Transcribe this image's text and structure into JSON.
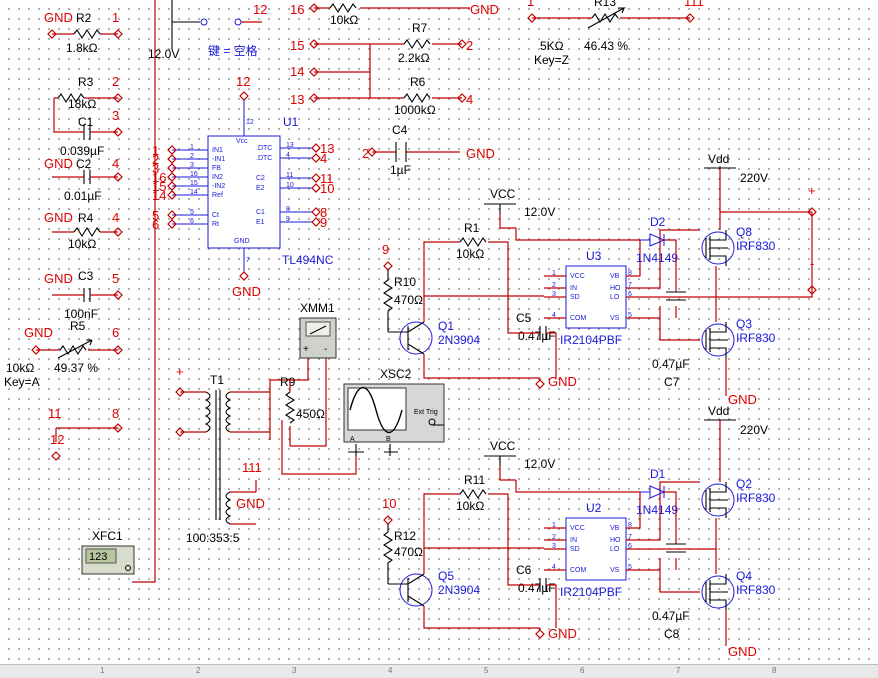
{
  "labels": {
    "gnd": "GND",
    "vcc": "VCC",
    "vdd": "Vdd",
    "v12": "12.0V",
    "v220": "220V",
    "key_space": "键 = 空格",
    "r2": "R2",
    "r2v": "1.8kΩ",
    "r3": "R3",
    "r3v": "18kΩ",
    "c1": "C1",
    "c1v": "0.039µF",
    "c2": "C2",
    "c2v": "0.01µF",
    "r4": "R4",
    "r4v": "10kΩ",
    "c3": "C3",
    "c3v": "100nF",
    "r5": "R5",
    "r5v": "10kΩ",
    "r5p": "49.37 %",
    "r5k": "Key=A",
    "r7": "R7",
    "r7v": "2.2kΩ",
    "r6": "R6",
    "r6v": "1000kΩ",
    "top10k": "10kΩ",
    "c4": "C4",
    "c4v": "1µF",
    "r13": "R13",
    "r13v": "5KΩ",
    "r13p": "46.43 %",
    "r13k": "Key=Z",
    "u1": "U1",
    "u1n": "TL494NC",
    "xmm1": "XMM1",
    "xsc2": "XSC2",
    "trig": "Ext Trig",
    "t1": "T1",
    "t1r": "100:353:5",
    "r9": "R9",
    "r9v": "450Ω",
    "xfc1": "XFC1",
    "xfcd": "123",
    "r1": "R1",
    "r1v": "10kΩ",
    "r11": "R11",
    "r11v": "10kΩ",
    "r10": "R10",
    "r10v": "470Ω",
    "r12": "R12",
    "r12v": "470Ω",
    "q1": "Q1",
    "q5": "Q5",
    "q_t": "2N3904",
    "c5": "C5",
    "c6": "C6",
    "c47": "0.47µF",
    "u3": "U3",
    "u2": "U2",
    "ir": "IR2104PBF",
    "d2": "D2",
    "d1": "D1",
    "dn": "1N4149",
    "q8": "Q8",
    "q3": "Q3",
    "q2": "Q2",
    "q4": "Q4",
    "mos": "IRF830",
    "c7": "C7",
    "c8": "C8",
    "plus": "+",
    "minus": "-",
    "n1": "1",
    "n2": "2",
    "n3": "3",
    "n4": "4",
    "n5": "5",
    "n6": "6",
    "n8": "8",
    "n9": "9",
    "n10": "10",
    "n11": "11",
    "n12": "12",
    "n13": "13",
    "n14": "14",
    "n15": "15",
    "n16": "16",
    "n111": "111"
  },
  "tl494": {
    "left": [
      "IN1",
      "-IN1",
      "FB",
      "IN2",
      "-IN2",
      "Ref",
      "",
      "Ct",
      "Rt"
    ],
    "left_pins": [
      "1",
      "2",
      "3",
      "16",
      "15",
      "14",
      "",
      "5",
      "6"
    ],
    "right": [
      ".DTC",
      ".DTC",
      "",
      "C2",
      "E2",
      "",
      "C1",
      "E1"
    ],
    "right_pins": [
      "13",
      "4",
      "",
      "11",
      "10",
      "",
      "8",
      "9"
    ],
    "vcc": "Vcc",
    "gnd": "GND",
    "p12": "12",
    "p7": "7"
  },
  "ir2104": {
    "left": [
      "VCC",
      "IN",
      "SD",
      "COM"
    ],
    "right": [
      "VB",
      "HO",
      "LO",
      "VS"
    ],
    "left_pins": [
      "1",
      "2",
      "3",
      "4"
    ],
    "right_pins": [
      "8",
      "7",
      "6",
      "5"
    ]
  },
  "ruler_ticks": [
    "1",
    "2",
    "3",
    "4",
    "5",
    "6",
    "7",
    "8"
  ],
  "colors": {
    "wire": "#c00000",
    "label": "#e00000",
    "part": "#1a1adc",
    "grid": "#9a9a9a"
  }
}
